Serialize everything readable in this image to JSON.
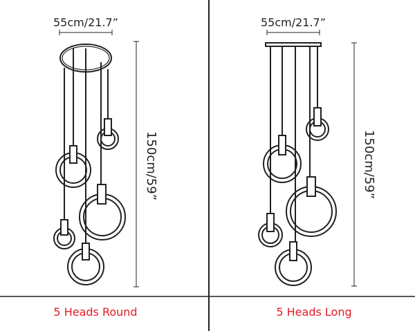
{
  "colors": {
    "line": "#231f20",
    "caption": "#e31b23",
    "divider": "#231f20",
    "background": "#ffffff"
  },
  "panels": [
    {
      "width_label": "55cm/21.7”",
      "height_label": "150cm/59”",
      "caption": "5 Heads Round"
    },
    {
      "width_label": "55cm/21.7”",
      "height_label": "150cm/59”",
      "caption": "5 Heads Long"
    }
  ]
}
